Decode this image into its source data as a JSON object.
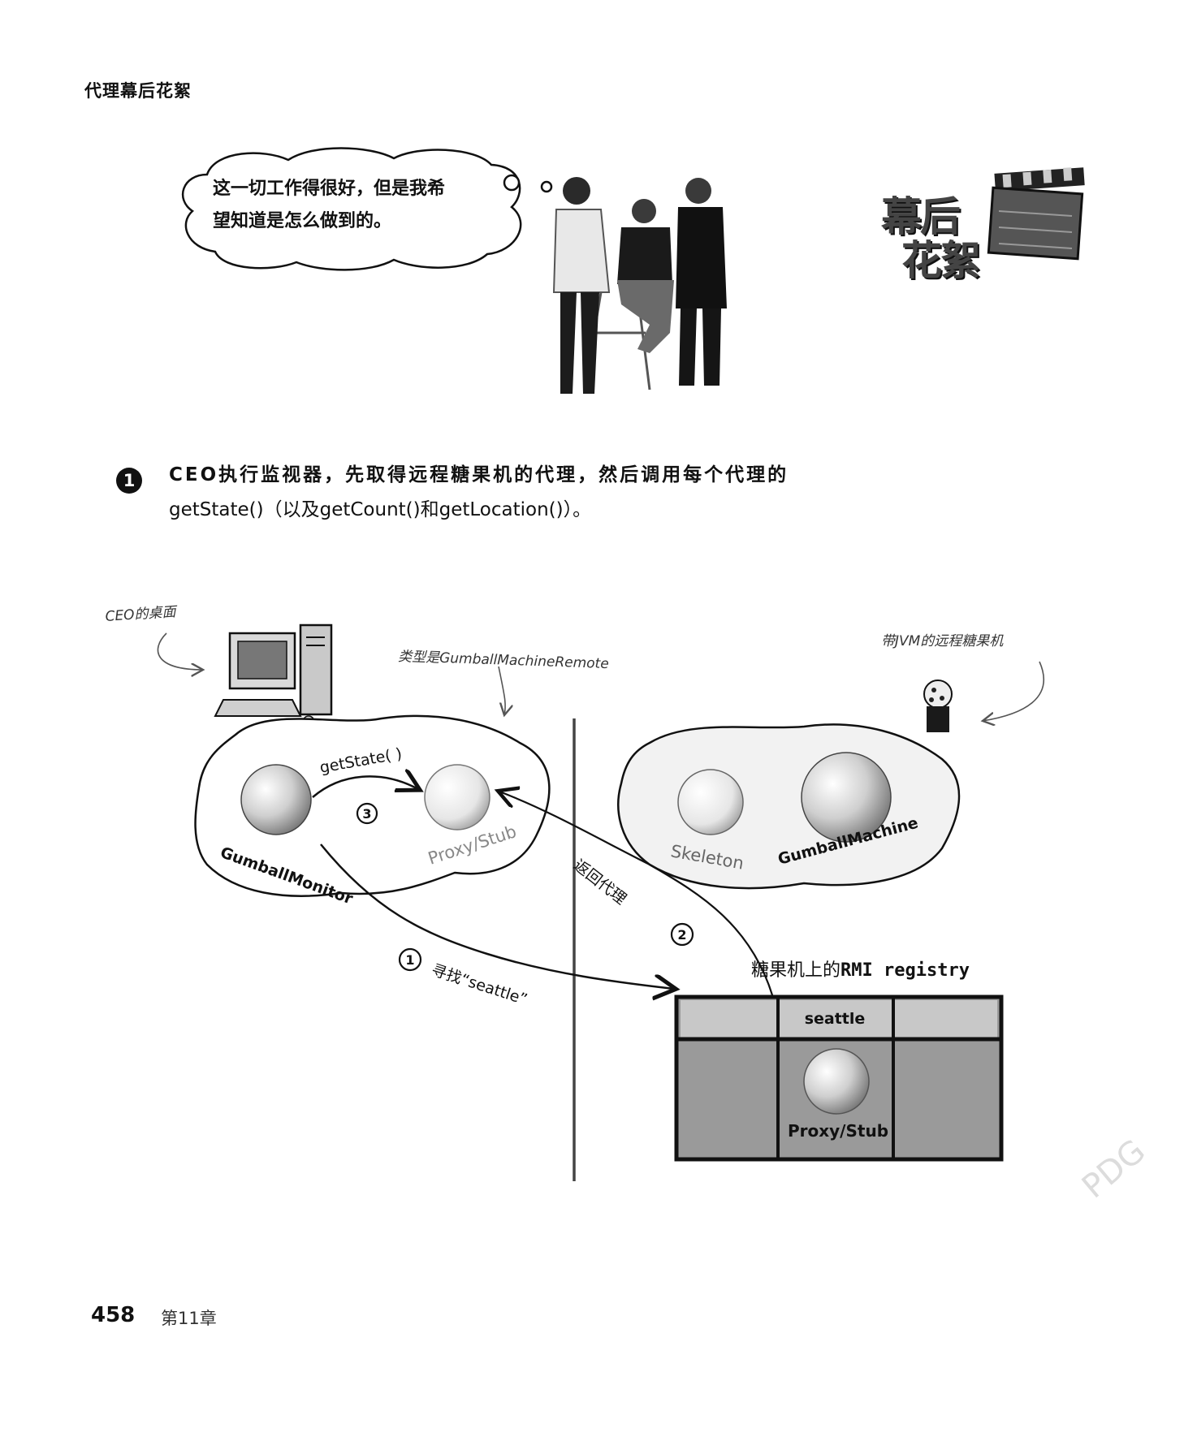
{
  "header": {
    "title": "代理幕后花絮"
  },
  "scene": {
    "thought_bubble_lines": [
      "这一切工作得很好，但是我希",
      "望知道是怎么做到的。"
    ]
  },
  "badge": {
    "line1": "幕后",
    "line2": "花絮"
  },
  "step": {
    "number": "1",
    "line1": "CEO执行监视器，先取得远程糖果机的代理，然后调用每个代理的",
    "line2": "getState()（以及getCount()和getLocation()）。"
  },
  "diagram": {
    "ceo_desktop_note": "CEO的桌面",
    "type_note": "类型是GumballMachineRemote",
    "remote_note": "带JVM的远程糖果机",
    "gumball_monitor": "GumballMonitor",
    "proxy_stub": "Proxy/Stub",
    "skeleton": "Skeleton",
    "gumball_machine": "GumballMachine",
    "call_label": "getState( )",
    "step1_num": "1",
    "step1_label": "寻找“seattle”",
    "step2_num": "2",
    "step2_label": "返回代理",
    "step3_num": "3",
    "registry_title_prefix": "糖果机上的",
    "registry_title_bold": "RMI registry",
    "registry_key": "seattle",
    "registry_proxy": "Proxy/Stub"
  },
  "watermark": {
    "text": "PDG"
  },
  "footer": {
    "page_number": "458",
    "chapter": "第11章"
  }
}
